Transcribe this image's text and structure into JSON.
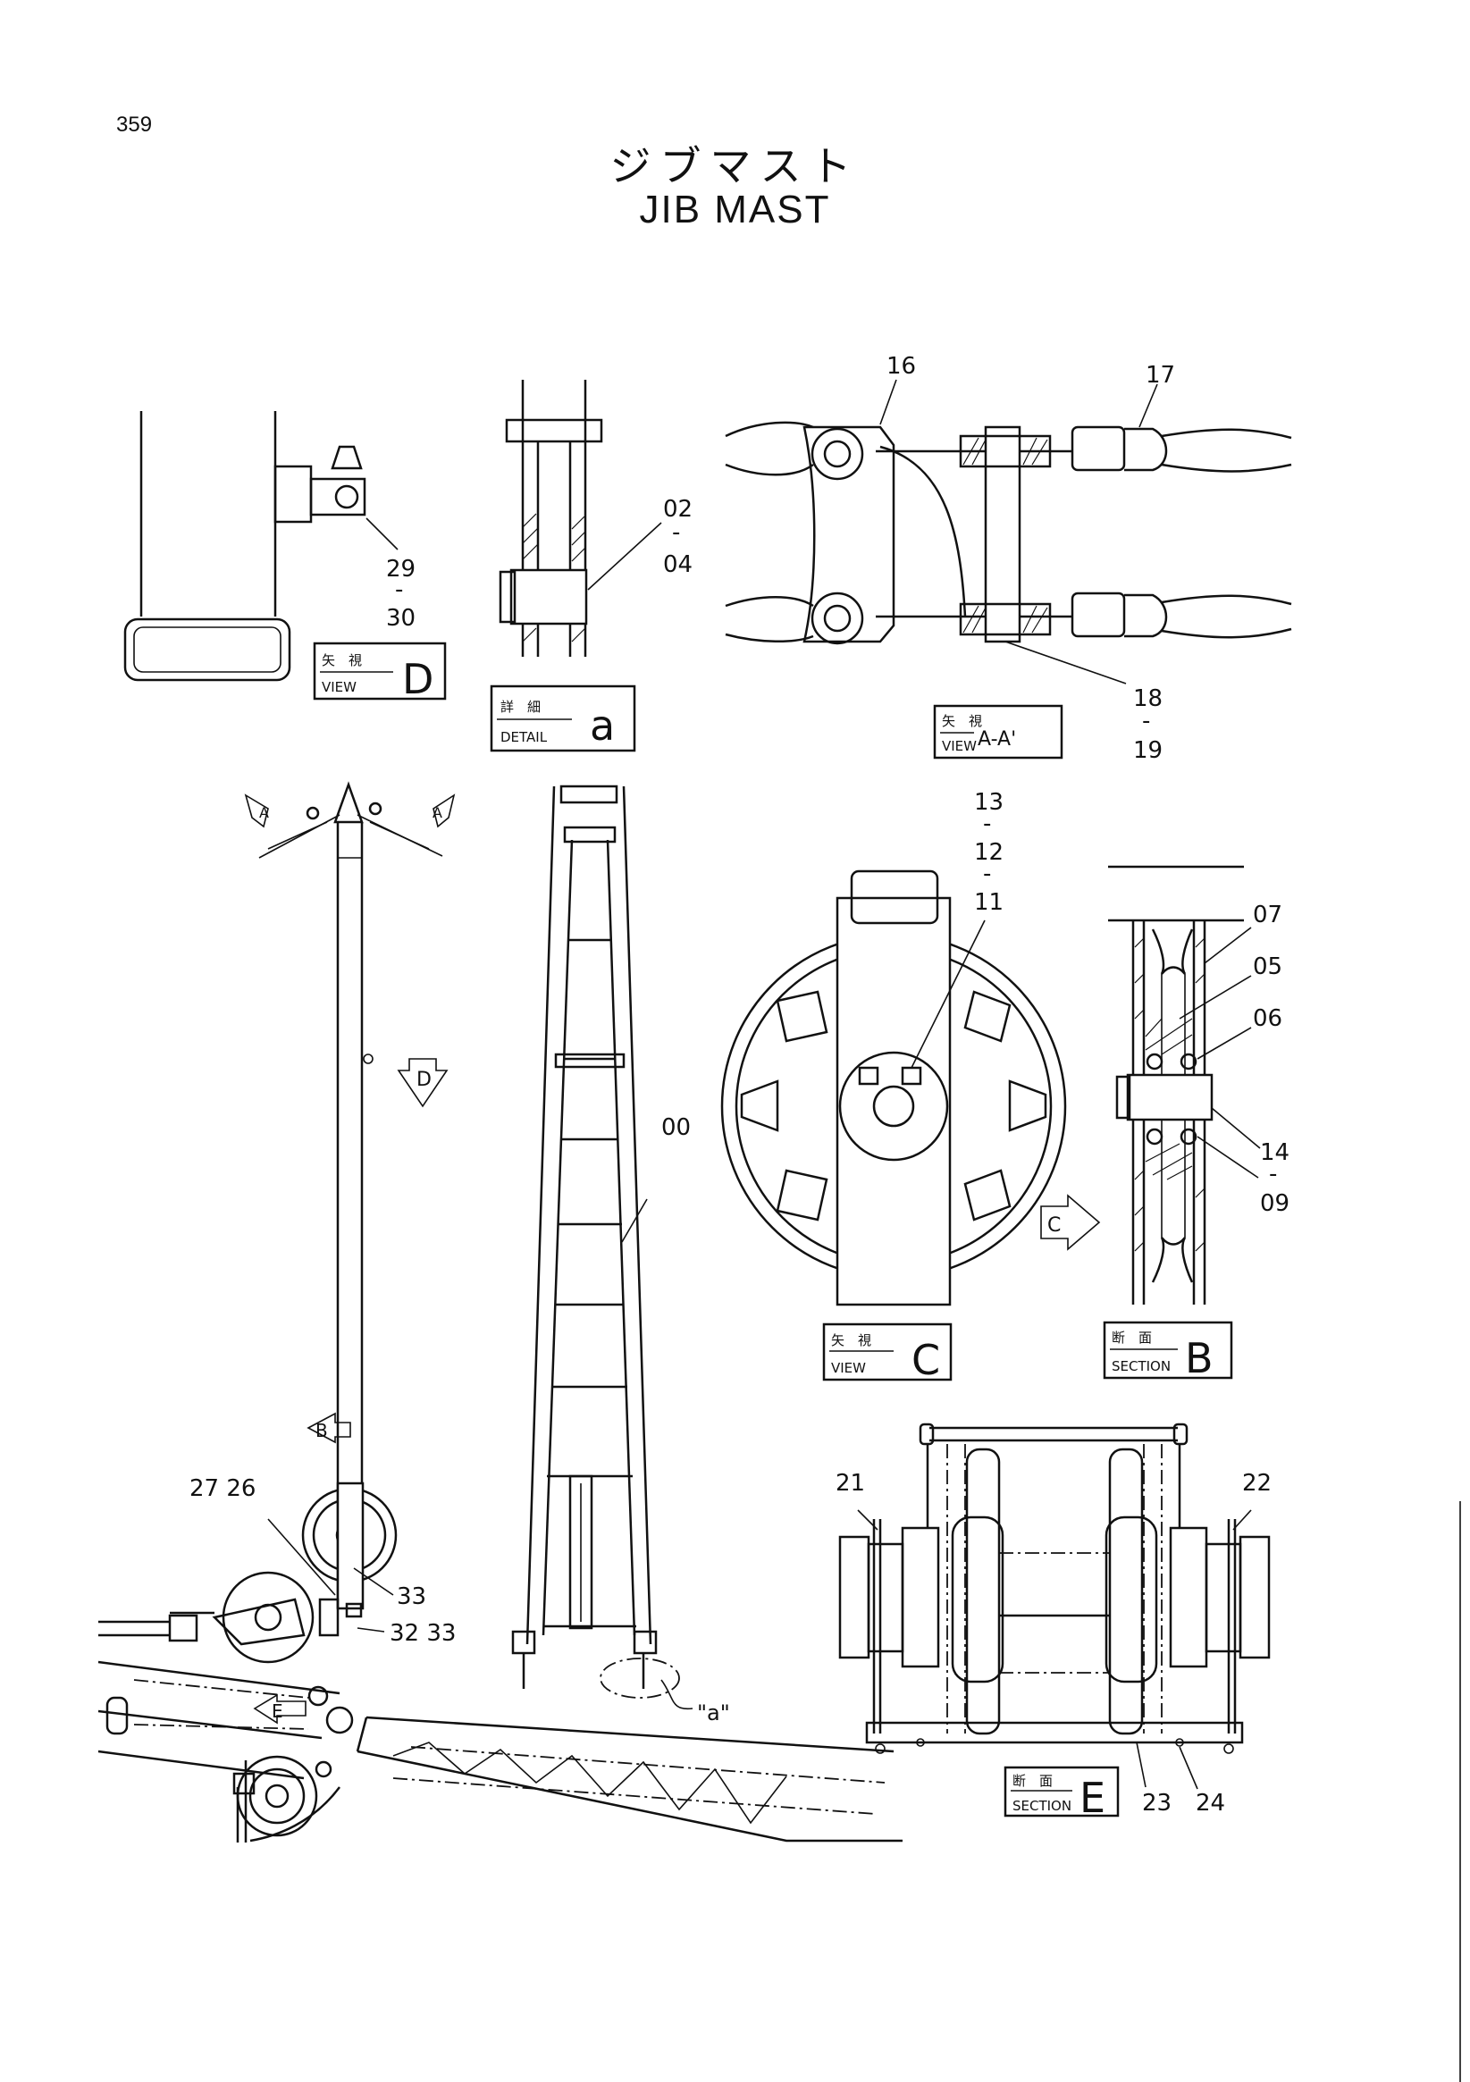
{
  "page_number": "359",
  "title_jp": "ジブマスト",
  "title_en": "JIB MAST",
  "view_boxes": {
    "view_d": {
      "jp": "矢　視",
      "en": "VIEW",
      "letter": "D"
    },
    "detail_a": {
      "jp": "詳　細",
      "en": "DETAIL",
      "letter": "a"
    },
    "view_aa": {
      "jp": "矢　視",
      "en": "VIEW",
      "letter": "A-A'"
    },
    "view_c": {
      "jp": "矢　視",
      "en": "VIEW",
      "letter": "C"
    },
    "section_b": {
      "jp": "断　面",
      "en": "SECTION",
      "letter": "B"
    },
    "section_e": {
      "jp": "断　面",
      "en": "SECTION",
      "letter": "E"
    }
  },
  "callouts": {
    "c00": "00",
    "c02": "02",
    "c04": "04",
    "c05": "05",
    "c06": "06",
    "c07": "07",
    "c09": "09",
    "c11": "11",
    "c12": "12",
    "c13": "13",
    "c14": "14",
    "c16": "16",
    "c17": "17",
    "c18": "18",
    "c19": "19",
    "c21": "21",
    "c22": "22",
    "c23": "23",
    "c24": "24",
    "c2726": "27 26",
    "c29": "29",
    "c30": "30",
    "c33": "33",
    "c3233": "32 33",
    "dash": "-"
  },
  "markers": {
    "a": "A",
    "d": "D",
    "b": "B",
    "c": "C",
    "e": "E",
    "detail_ref": "\"a\""
  }
}
